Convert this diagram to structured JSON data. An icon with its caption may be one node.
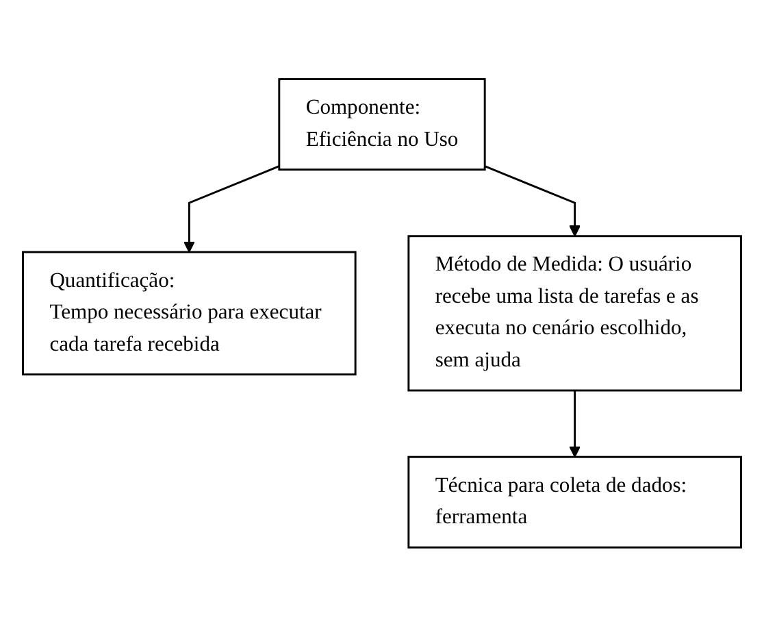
{
  "diagram": {
    "nodes": [
      {
        "text": [
          "Componente:",
          "Eficiência no Uso"
        ]
      },
      {
        "text": [
          "Quantificação:",
          "Tempo necessário para executar cada tarefa recebida"
        ]
      },
      {
        "text": [
          "Método de Medida: O usuário recebe uma lista de tarefas e as executa no cenário escolhido, sem ajuda"
        ]
      },
      {
        "text": [
          "Técnica para coleta de dados: ferramenta"
        ]
      }
    ],
    "edges": [
      {
        "from": 0,
        "to": 1,
        "arrow": "to"
      },
      {
        "from": 0,
        "to": 2,
        "arrow": "to"
      },
      {
        "from": 2,
        "to": 3,
        "arrow": "to"
      }
    ]
  }
}
